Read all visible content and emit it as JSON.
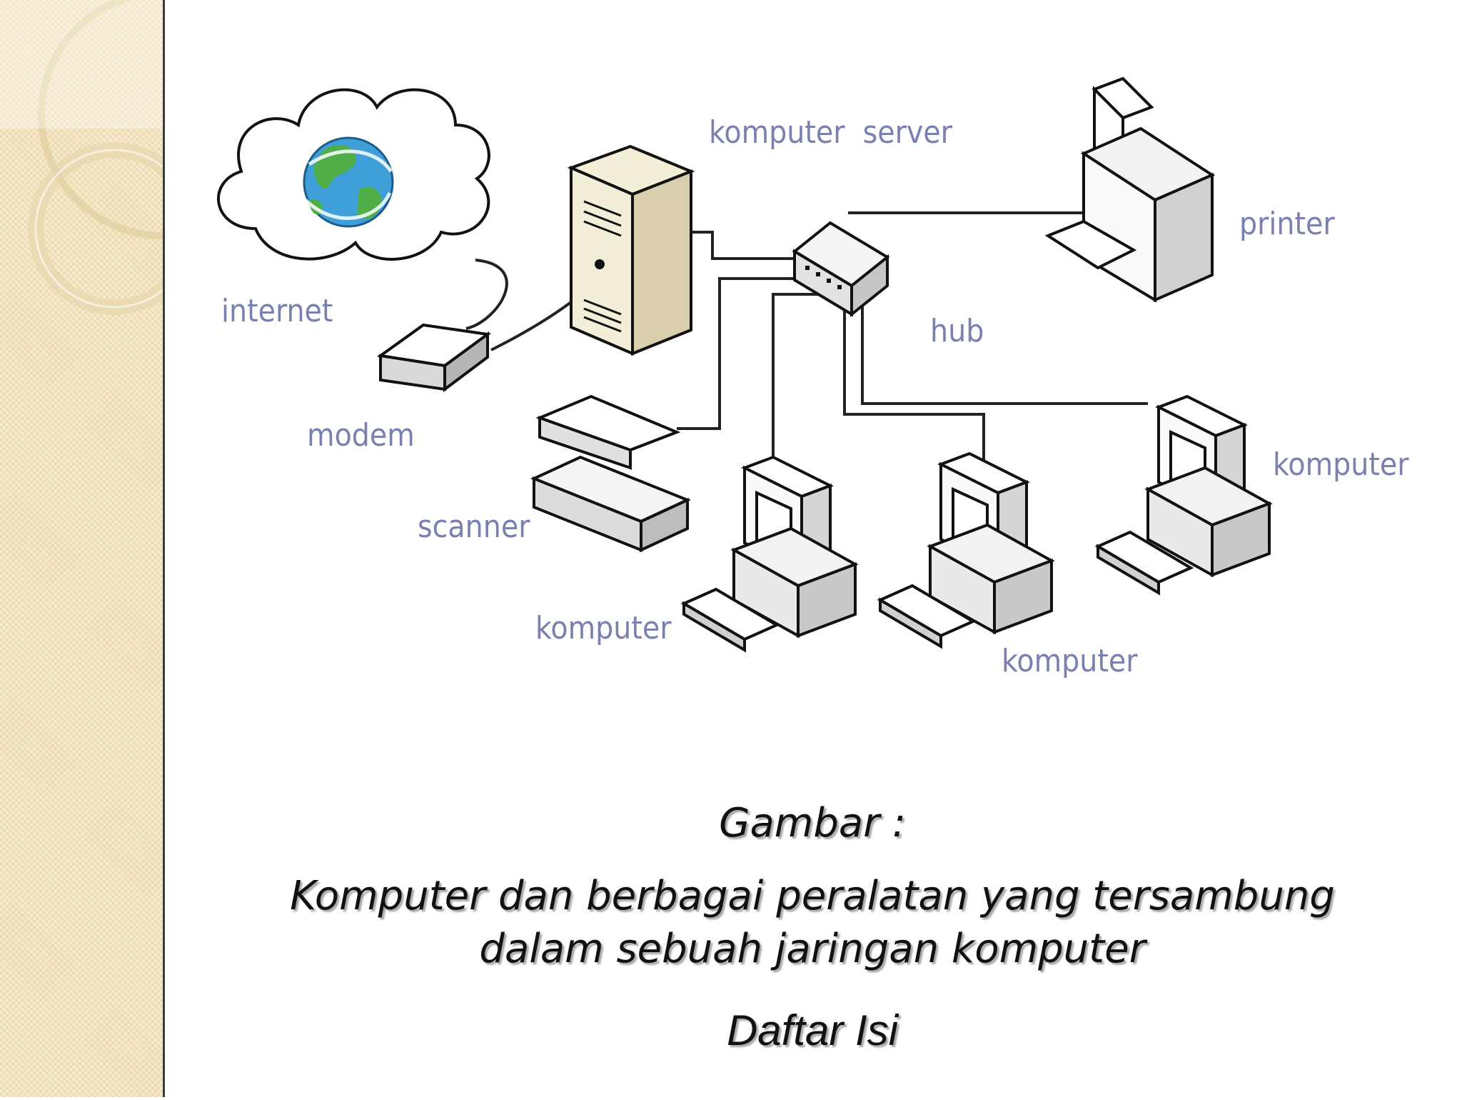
{
  "diagram": {
    "nodes": [
      {
        "id": "internet",
        "label": "internet"
      },
      {
        "id": "modem",
        "label": "modem"
      },
      {
        "id": "server",
        "label": "komputer  server"
      },
      {
        "id": "hub",
        "label": "hub"
      },
      {
        "id": "printer",
        "label": "printer"
      },
      {
        "id": "scanner",
        "label": "scanner"
      },
      {
        "id": "pc1",
        "label": "komputer"
      },
      {
        "id": "pc2",
        "label": "komputer"
      },
      {
        "id": "pc3",
        "label": "komputer"
      }
    ],
    "edges": [
      {
        "from": "internet",
        "to": "modem"
      },
      {
        "from": "modem",
        "to": "server"
      },
      {
        "from": "server",
        "to": "hub"
      },
      {
        "from": "hub",
        "to": "printer"
      },
      {
        "from": "hub",
        "to": "scanner"
      },
      {
        "from": "hub",
        "to": "pc1"
      },
      {
        "from": "hub",
        "to": "pc2"
      },
      {
        "from": "hub",
        "to": "pc3"
      }
    ]
  },
  "caption": {
    "title": "Gambar :",
    "line1": "Komputer dan berbagai peralatan yang tersambung",
    "line2": "dalam sebuah jaringan komputer"
  },
  "nav": {
    "toc_label": "Daftar Isi"
  },
  "colors": {
    "label": "#7a80b0",
    "sidebar": "#f2e3bd",
    "outline": "#111111"
  }
}
